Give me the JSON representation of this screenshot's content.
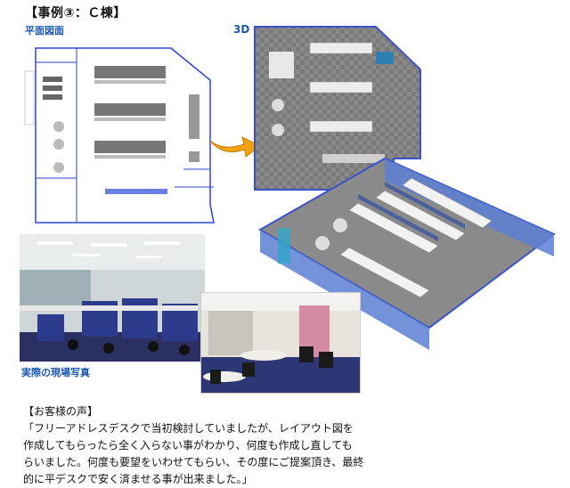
{
  "header": {
    "title": "【事例③：Ｃ棟】"
  },
  "labels": {
    "floor_plan": "平面図面",
    "three_d": "3D",
    "site_photo": "実際の現場写真"
  },
  "voice": {
    "heading": "【お客様の声】",
    "lines": [
      "「フリーアドレスデスクで当初検討していましたが、レイアウト図を",
      "作成してもらったら全く入らない事がわかり、何度も作成し直しても",
      "らいました。何度も要望をいわせてもらい、その度にご提案頂き、最終",
      "的に平デスクで安く済ませる事が出来ました。」"
    ]
  },
  "colors": {
    "label_blue": "#1b57b5",
    "arrow_orange": "#f3a10c",
    "plan_blue": "#1a3fd0",
    "carpet": "#28306a"
  }
}
